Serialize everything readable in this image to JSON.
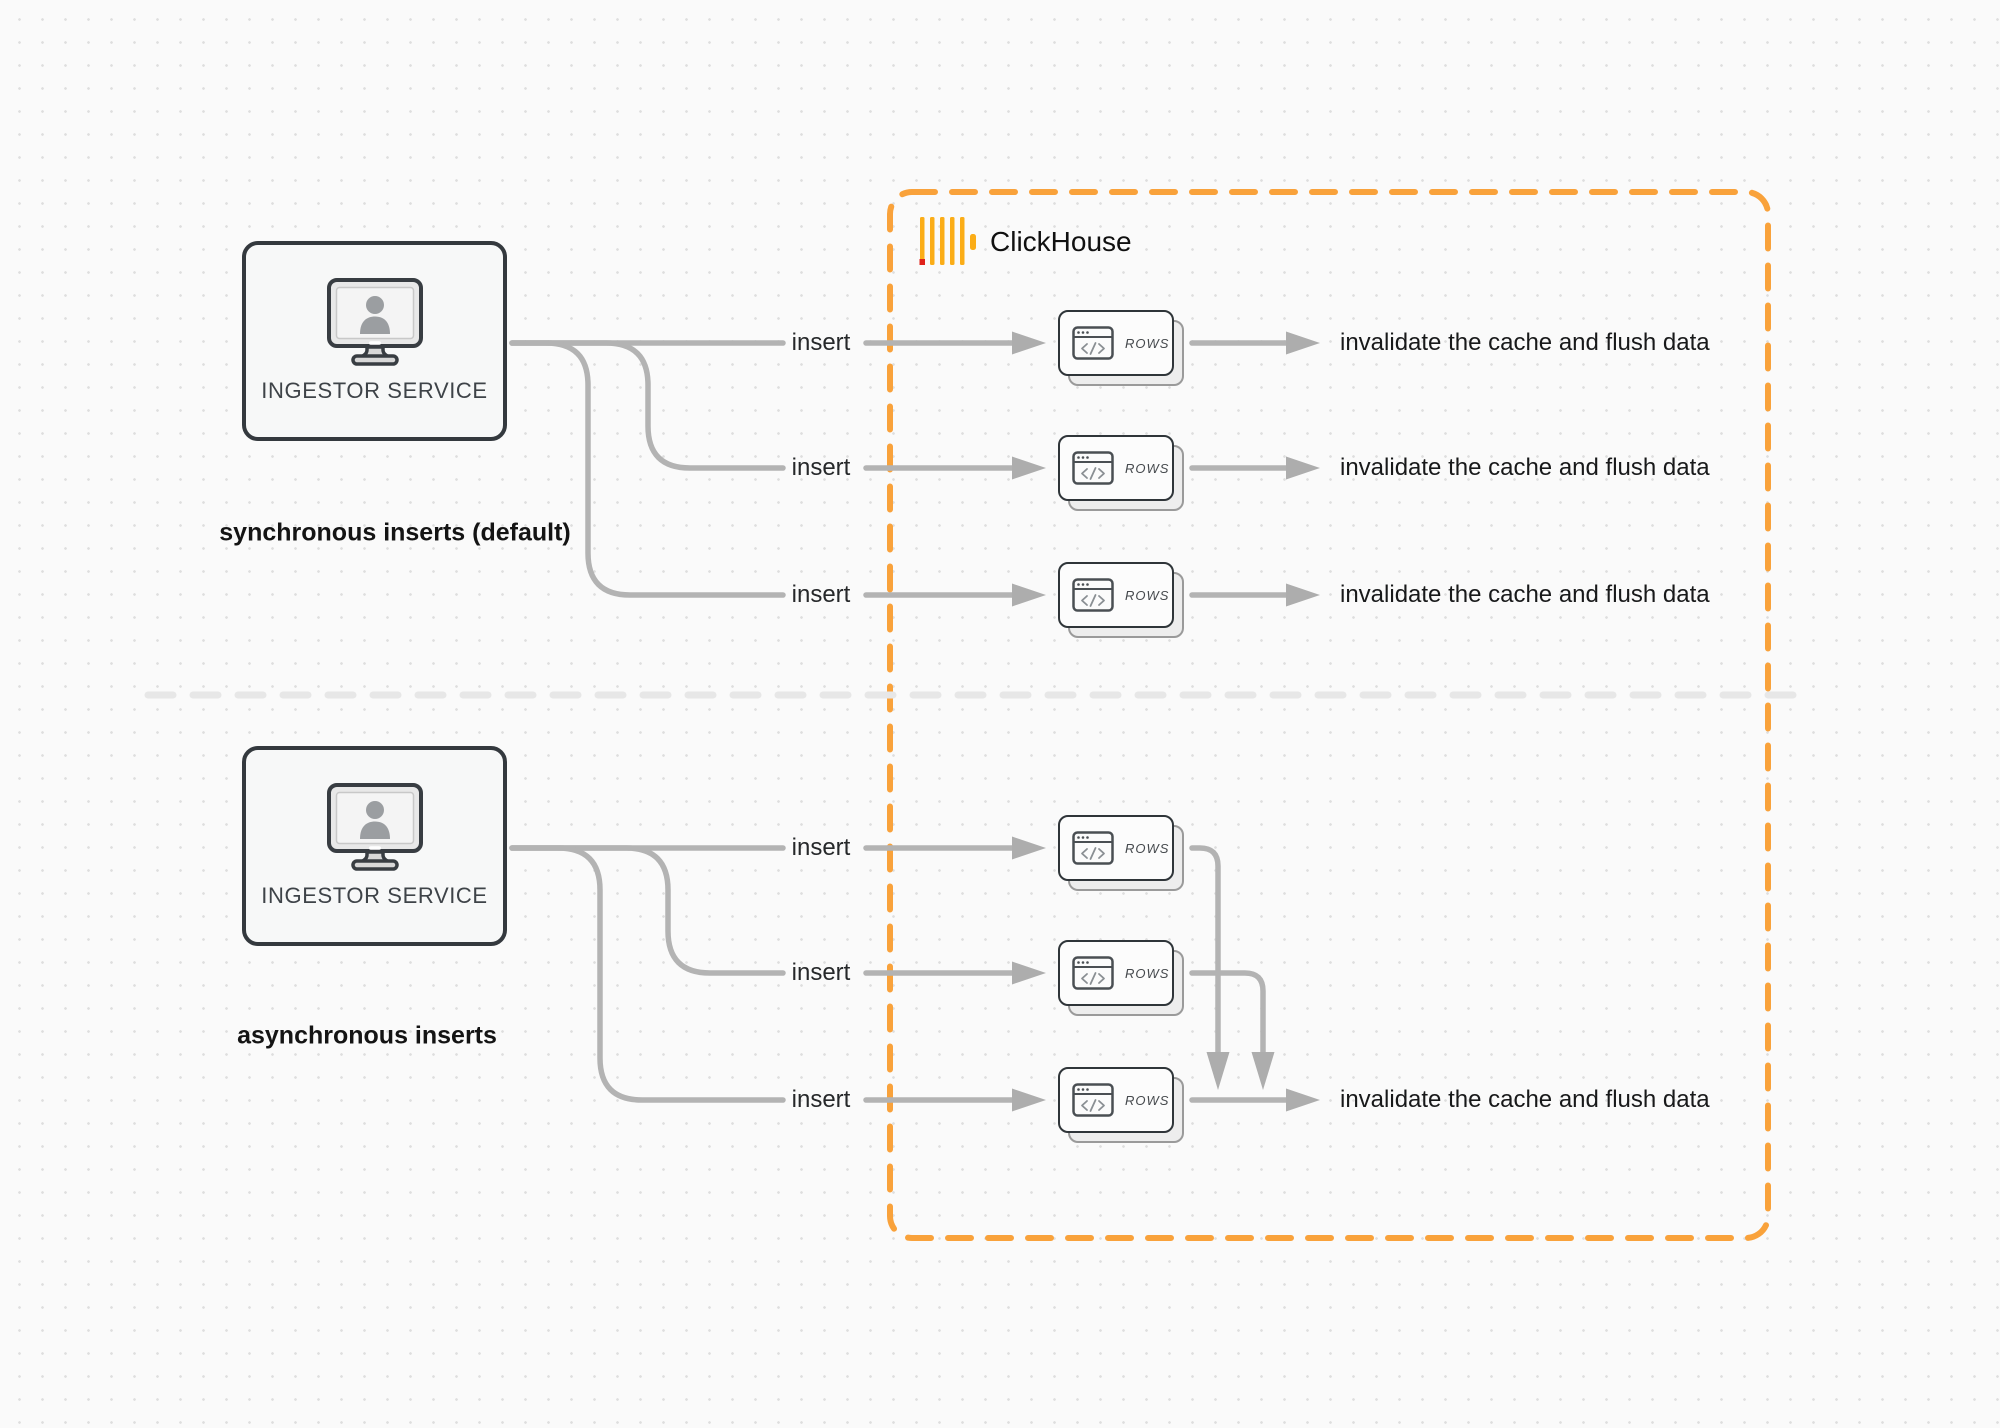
{
  "colors": {
    "accent_orange": "#F9A23B",
    "connector_gray": "#B3B3B3",
    "logo_yellow": "#FBAD17",
    "logo_red": "#E0211A"
  },
  "clickhouse": {
    "label": "ClickHouse"
  },
  "sync": {
    "service_label": "INGESTOR SERVICE",
    "caption": "synchronous inserts (default)",
    "rows": [
      {
        "insert": "insert",
        "card": "ROWS",
        "result": "invalidate the cache and flush data"
      },
      {
        "insert": "insert",
        "card": "ROWS",
        "result": "invalidate the cache and flush data"
      },
      {
        "insert": "insert",
        "card": "ROWS",
        "result": "invalidate the cache and flush data"
      }
    ]
  },
  "async": {
    "service_label": "INGESTOR SERVICE",
    "caption": "asynchronous inserts",
    "rows": [
      {
        "insert": "insert",
        "card": "ROWS"
      },
      {
        "insert": "insert",
        "card": "ROWS"
      },
      {
        "insert": "insert",
        "card": "ROWS",
        "result": "invalidate the cache and flush data"
      }
    ]
  }
}
